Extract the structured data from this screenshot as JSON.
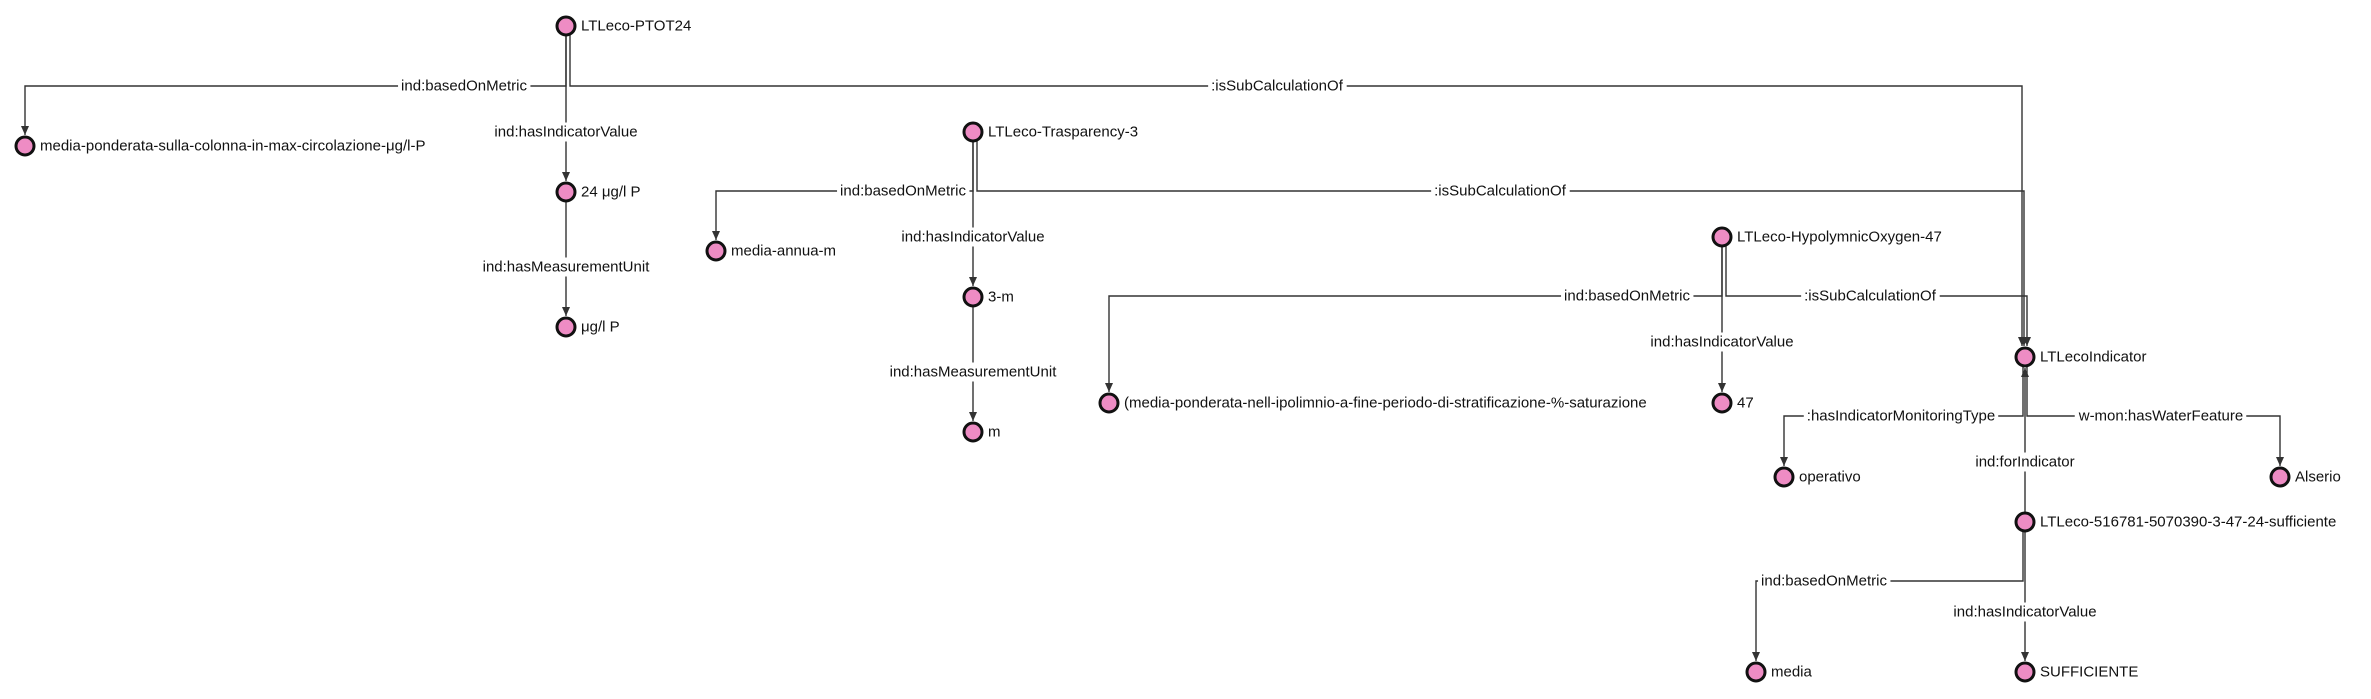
{
  "colors": {
    "node_fill": "#ee8cc4",
    "node_stroke": "#111111",
    "edge": "#333333",
    "background": "#ffffff"
  },
  "nodes": [
    {
      "id": "ptot24",
      "label": "LTLeco-PTOT24"
    },
    {
      "id": "metric_ptot",
      "label": "media-ponderata-sulla-colonna-in-max-circolazione-μg/l-P"
    },
    {
      "id": "val24",
      "label": "24  μg/l P"
    },
    {
      "id": "unit_p",
      "label": "μg/l P"
    },
    {
      "id": "trasp",
      "label": "LTLeco-Trasparency-3"
    },
    {
      "id": "metric_trasp",
      "label": "media-annua-m"
    },
    {
      "id": "val3m",
      "label": "3-m"
    },
    {
      "id": "unit_m",
      "label": "m"
    },
    {
      "id": "hypo",
      "label": "LTLeco-HypolymnicOxygen-47"
    },
    {
      "id": "metric_hypo",
      "label": "(media-ponderata-nell-ipolimnio-a-fine-periodo-di-stratificazione-%-saturazione"
    },
    {
      "id": "val47",
      "label": "47"
    },
    {
      "id": "ltleco",
      "label": "LTLecoIndicator"
    },
    {
      "id": "operativo",
      "label": "operativo"
    },
    {
      "id": "alserio",
      "label": "Alserio"
    },
    {
      "id": "suff",
      "label": "LTLeco-516781-5070390-3-47-24-sufficiente"
    },
    {
      "id": "media",
      "label": "media"
    },
    {
      "id": "sufficiente",
      "label": "SUFFICIENTE"
    }
  ],
  "edges": [
    {
      "from": "ptot24",
      "to": "metric_ptot",
      "label": "ind:basedOnMetric"
    },
    {
      "from": "ptot24",
      "to": "val24",
      "label": "ind:hasIndicatorValue"
    },
    {
      "from": "val24",
      "to": "unit_p",
      "label": "ind:hasMeasurementUnit"
    },
    {
      "from": "ptot24",
      "to": "ltleco",
      "label": ":isSubCalculationOf"
    },
    {
      "from": "trasp",
      "to": "metric_trasp",
      "label": "ind:basedOnMetric"
    },
    {
      "from": "trasp",
      "to": "val3m",
      "label": "ind:hasIndicatorValue"
    },
    {
      "from": "val3m",
      "to": "unit_m",
      "label": "ind:hasMeasurementUnit"
    },
    {
      "from": "trasp",
      "to": "ltleco",
      "label": ":isSubCalculationOf"
    },
    {
      "from": "hypo",
      "to": "metric_hypo",
      "label": "ind:basedOnMetric"
    },
    {
      "from": "hypo",
      "to": "val47",
      "label": "ind:hasIndicatorValue"
    },
    {
      "from": "hypo",
      "to": "ltleco",
      "label": ":isSubCalculationOf"
    },
    {
      "from": "ltleco",
      "to": "operativo",
      "label": ":hasIndicatorMonitoringType"
    },
    {
      "from": "ltleco",
      "to": "alserio",
      "label": "w-mon:hasWaterFeature"
    },
    {
      "from": "suff",
      "to": "ltleco",
      "label": "ind:forIndicator"
    },
    {
      "from": "suff",
      "to": "media",
      "label": "ind:basedOnMetric"
    },
    {
      "from": "suff",
      "to": "sufficiente",
      "label": "ind:hasIndicatorValue"
    }
  ]
}
